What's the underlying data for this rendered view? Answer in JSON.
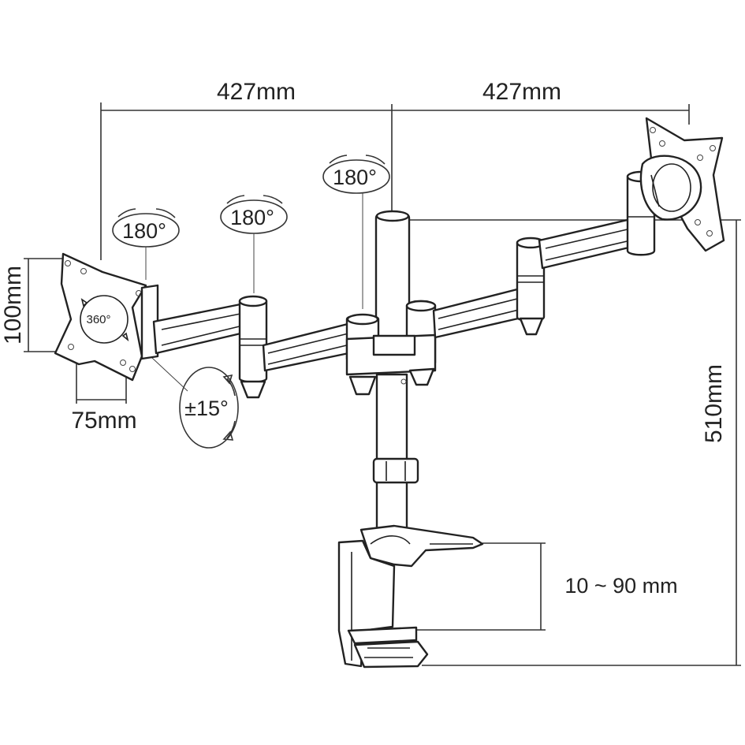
{
  "dimensions": {
    "left_arm_width": "427mm",
    "right_arm_width": "427mm",
    "vesa_height": "100mm",
    "vesa_width": "75mm",
    "pole_height": "510mm",
    "clamp_range": "10 ~ 90 mm"
  },
  "rotations": {
    "left_head": "180°",
    "left_elbow": "180°",
    "center_pole": "180°",
    "plate_spin": "360°",
    "tilt": "±15°"
  },
  "colors": {
    "line": "#222222",
    "background": "#ffffff"
  }
}
